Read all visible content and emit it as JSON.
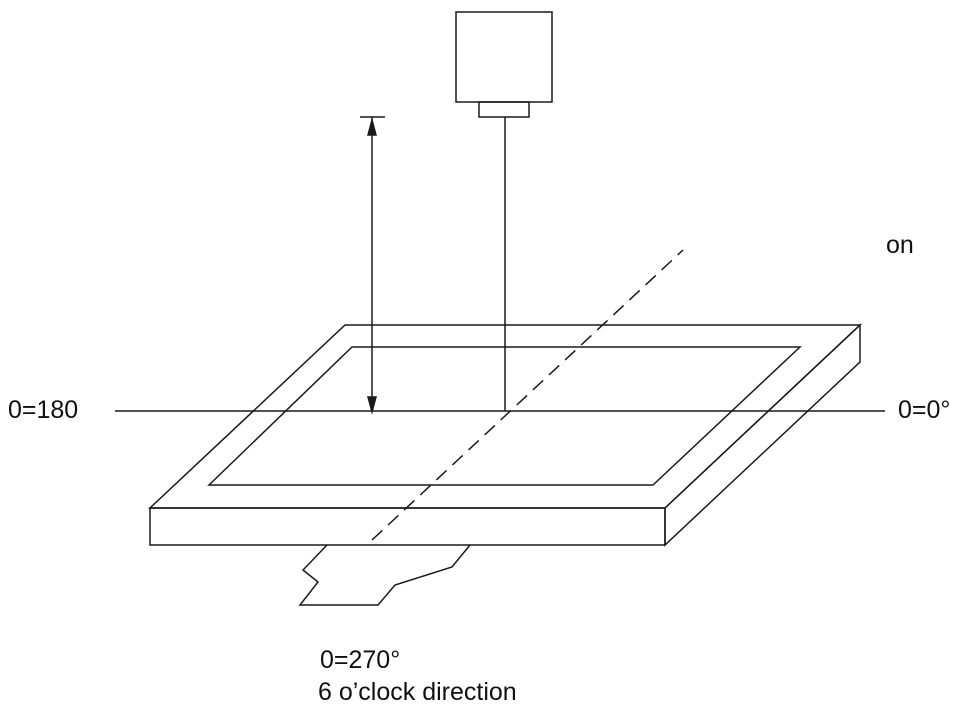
{
  "labels": {
    "left_angle": "0=180",
    "right_angle": "0=0°",
    "upper_right_fragment": "on",
    "bottom_angle": "0=270°",
    "bottom_direction": "6 o’clock direction"
  },
  "colors": {
    "line": "#1a1a1a",
    "background": "#ffffff"
  }
}
